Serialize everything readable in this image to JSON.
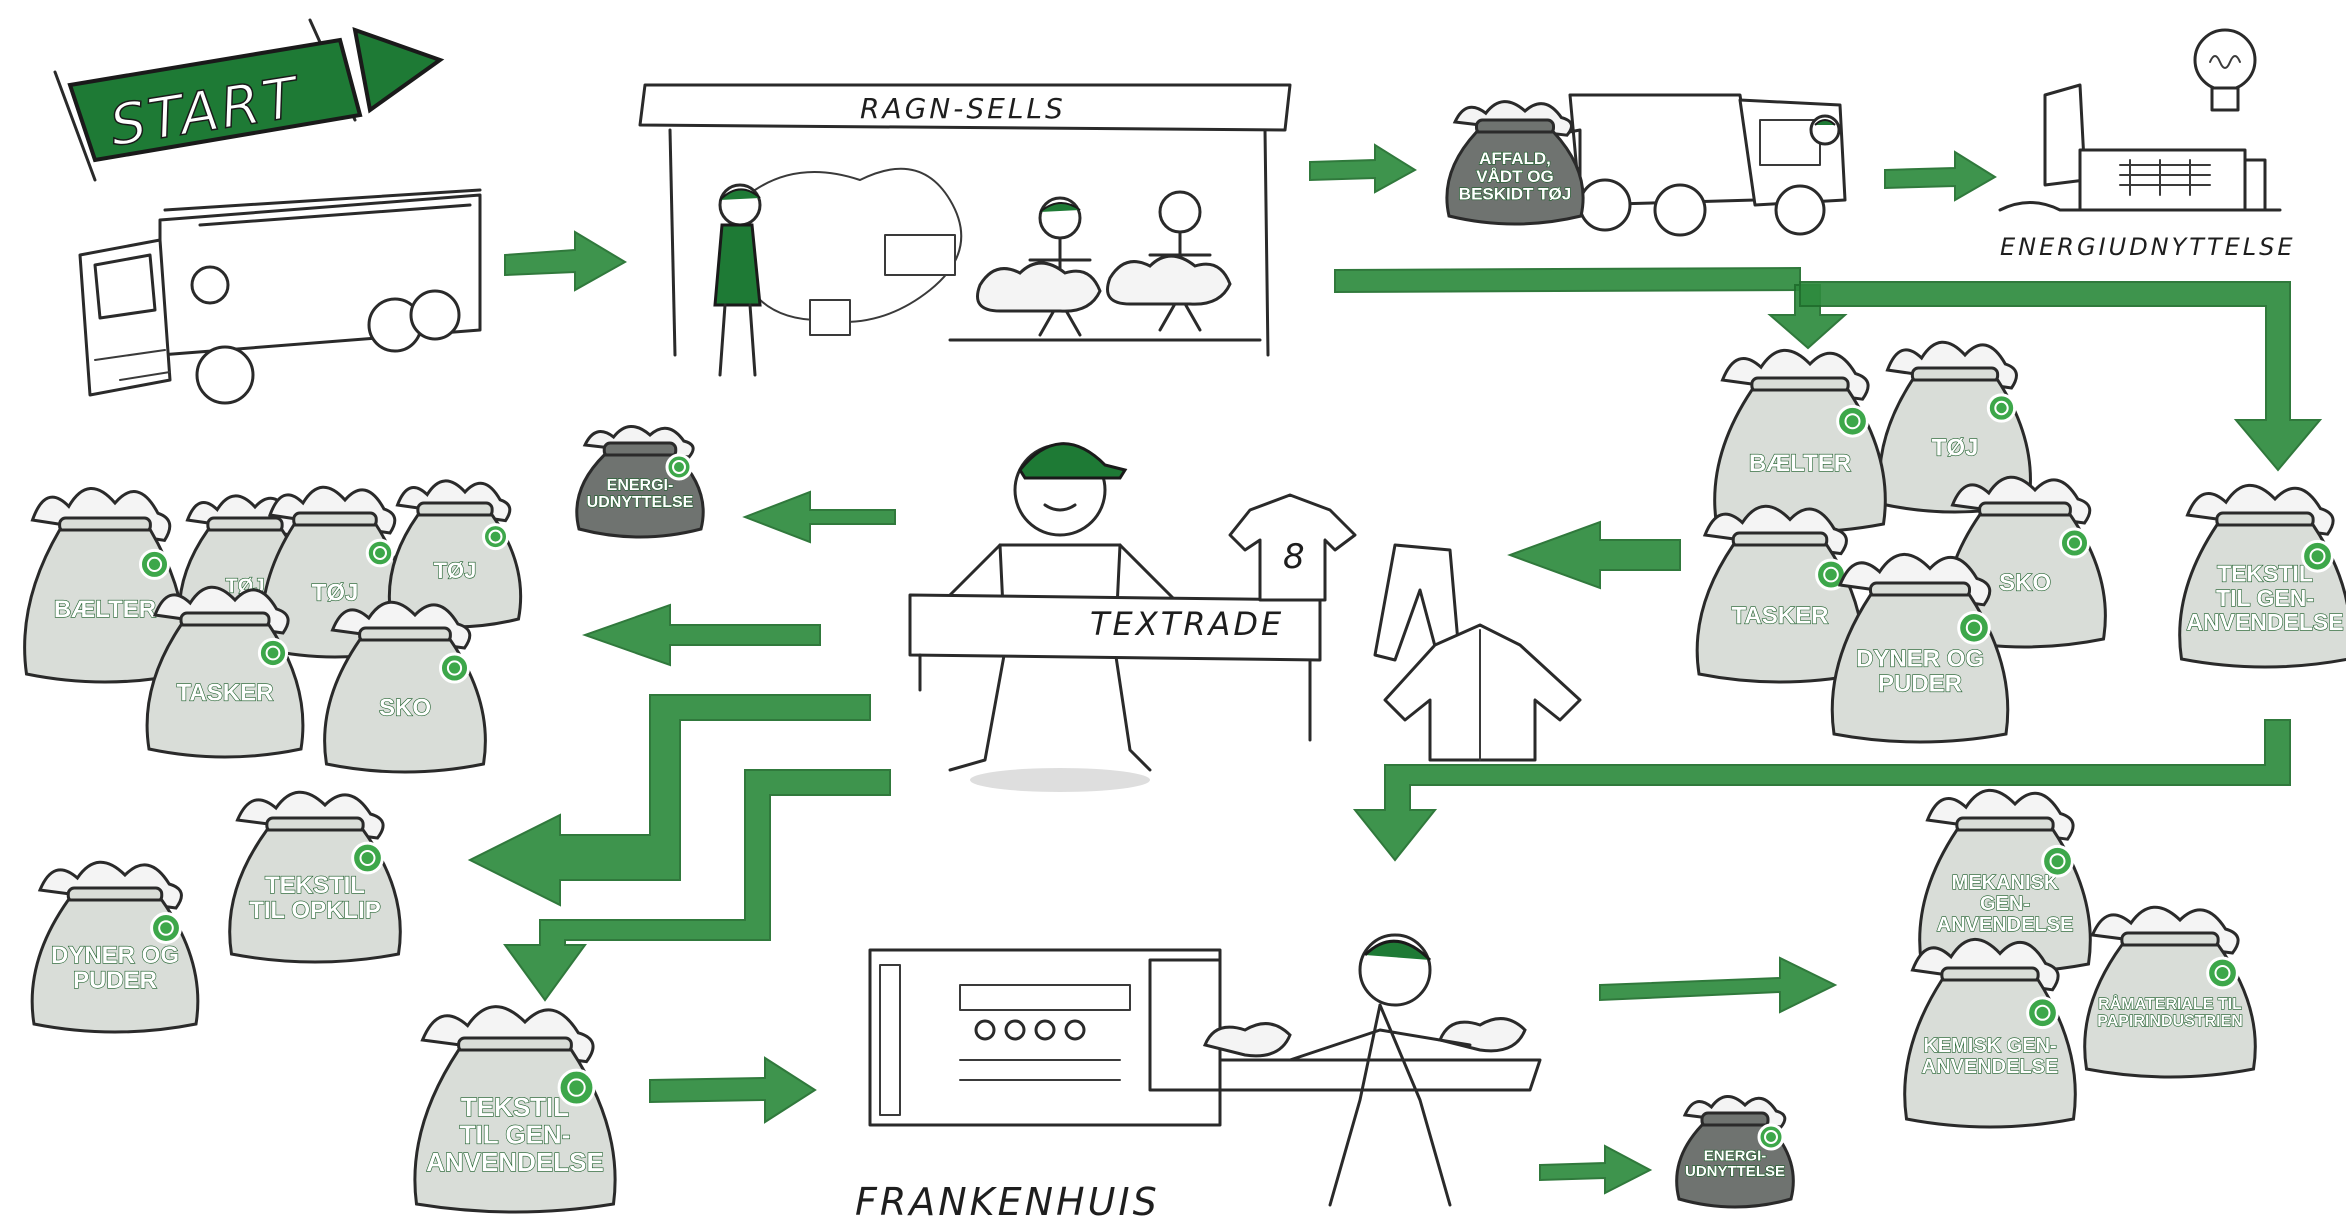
{
  "start": {
    "label": "START"
  },
  "companies": {
    "ragn_sells": "RAGN-SELLS",
    "textrade": "TEXTRADE",
    "frankenhuis": "FRANKENHUIS"
  },
  "energy_plant": {
    "label": "ENERGIUDNYTTELSE"
  },
  "shirt_number": "8",
  "bags": {
    "affald": [
      "AFFALD,",
      "VÅDT OG",
      "BESKIDT TØJ"
    ],
    "energi_left": [
      "ENERGI-",
      "UDNYTTELSE"
    ],
    "energi_bottom": [
      "ENERGI-",
      "UDNYTTELSE"
    ],
    "baelter_left": [
      "BÆLTER"
    ],
    "toj_left_1": [
      "TØJ"
    ],
    "toj_left_2": [
      "TØJ"
    ],
    "toj_left_3": [
      "TØJ"
    ],
    "tasker_left": [
      "TASKER"
    ],
    "sko_left": [
      "SKO"
    ],
    "tekstil_opklip": [
      "TEKSTIL",
      "TIL OPKLIP"
    ],
    "dyner_left": [
      "DYNER OG",
      "PUDER"
    ],
    "tekstil_genanv_bottom": [
      "TEKSTIL",
      "TIL GEN-",
      "ANVENDELSE"
    ],
    "baelter_right": [
      "BÆLTER"
    ],
    "toj_right": [
      "TØJ"
    ],
    "tasker_right": [
      "TASKER"
    ],
    "sko_right": [
      "SKO"
    ],
    "dyner_right": [
      "DYNER OG",
      "PUDER"
    ],
    "tekstil_genanv_right": [
      "TEKSTIL",
      "TIL GEN-",
      "ANVENDELSE"
    ],
    "mekanisk": [
      "MEKANISK",
      "GEN-",
      "ANVENDELSE"
    ],
    "kemisk": [
      "KEMISK GEN-",
      "ANVENDELSE"
    ],
    "raamateriale": [
      "RÅMATERIALE TIL",
      "PAPIRINDUSTRIEN"
    ]
  },
  "colors": {
    "arrow_green": "#2e8b3e",
    "brand_green": "#1e7a35",
    "badge_green": "#3da74a",
    "bag_grey": "#6f7370",
    "bag_light": "#d9ddd8"
  }
}
